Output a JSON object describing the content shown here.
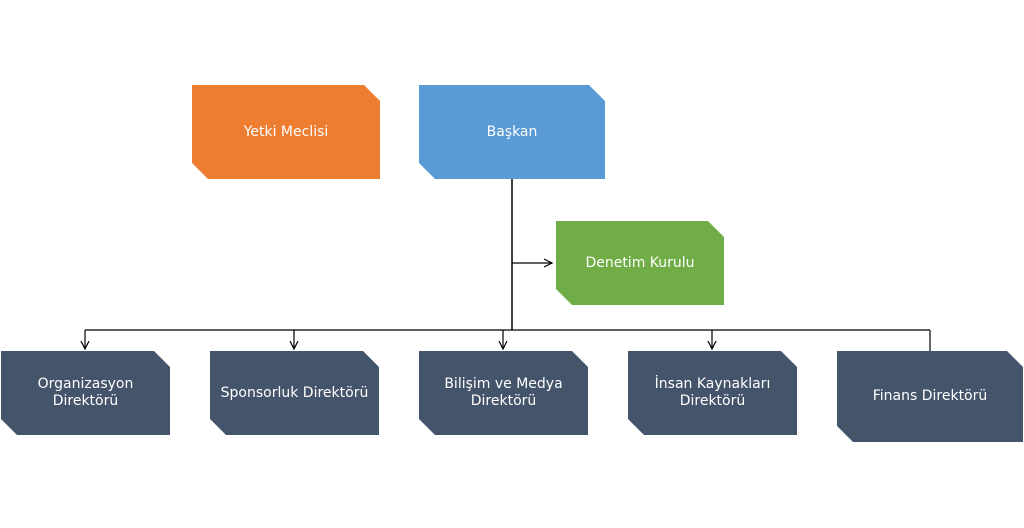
{
  "colors": {
    "council": "#ED7D31",
    "president": "#5B9BD5",
    "audit": "#70AD47",
    "directorate": "#44546A",
    "connector": "#000000"
  },
  "nodes": {
    "council": "Yetki Meclisi",
    "president": "Başkan",
    "audit": "Denetim Kurulu",
    "directorates": [
      "Organizasyon\nDirektörü",
      "Sponsorluk Direktörü",
      "Bilişim ve Medya\nDirektörü",
      "İnsan Kaynakları\nDirektörü",
      "Finans Direktörü"
    ]
  }
}
